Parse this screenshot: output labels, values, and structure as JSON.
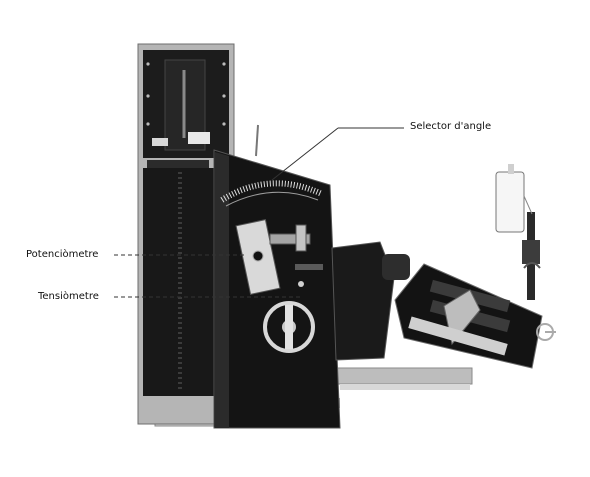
{
  "labels": {
    "angle_selector": "Selector d'angle",
    "potentiometer": "Potenciòmetre",
    "tensiometer": "Tensiòmetre"
  },
  "colors": {
    "background": "#ffffff",
    "machine_dark": "#1b1b1b",
    "machine_frame": "#9a9a9a",
    "leader_line": "#333333"
  }
}
